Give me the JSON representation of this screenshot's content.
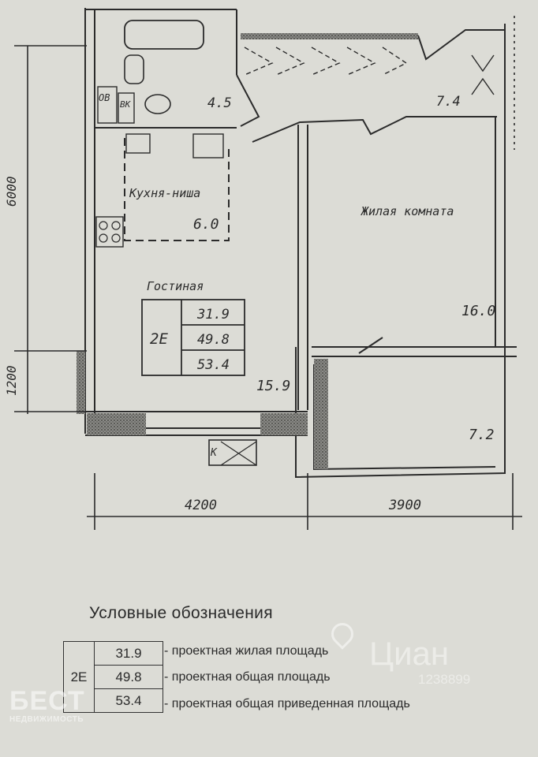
{
  "plan": {
    "dimensions": {
      "height_top": "6000",
      "height_bottom": "1200",
      "width_left": "4200",
      "width_right": "3900"
    },
    "rooms": [
      {
        "name": "",
        "area": "4.5"
      },
      {
        "name": "",
        "area": "7.4"
      },
      {
        "name": "Кухня-ниша",
        "area": "6.0"
      },
      {
        "name": "Жилая комната",
        "area": "16.0"
      },
      {
        "name": "Гостиная",
        "area": "15.9"
      },
      {
        "name": "",
        "area": "7.2"
      }
    ],
    "fixture_labels": {
      "ventilation": "ОВ",
      "water": "ВК",
      "vent_shaft": "К"
    },
    "apartment_code": "2E",
    "apartment_areas": [
      "31.9",
      "49.8",
      "53.4"
    ]
  },
  "legend": {
    "title": "Условные обозначения",
    "code": "2Е",
    "rows": [
      {
        "value": "31.9",
        "description": "- проектная жилая площадь"
      },
      {
        "value": "49.8",
        "description": "- проектная общая площадь"
      },
      {
        "value": "53.4",
        "description": "- проектная общая приведенная площадь"
      }
    ]
  },
  "watermarks": {
    "left_brand": "БЕСТ",
    "left_sub": "НЕДВИЖИМОСТЬ",
    "right_brand": "Циан",
    "right_id": "1238899"
  },
  "colors": {
    "background": "#dcdcd6",
    "line": "#2b2b2b",
    "wall_hatch": "#6a6a66"
  }
}
